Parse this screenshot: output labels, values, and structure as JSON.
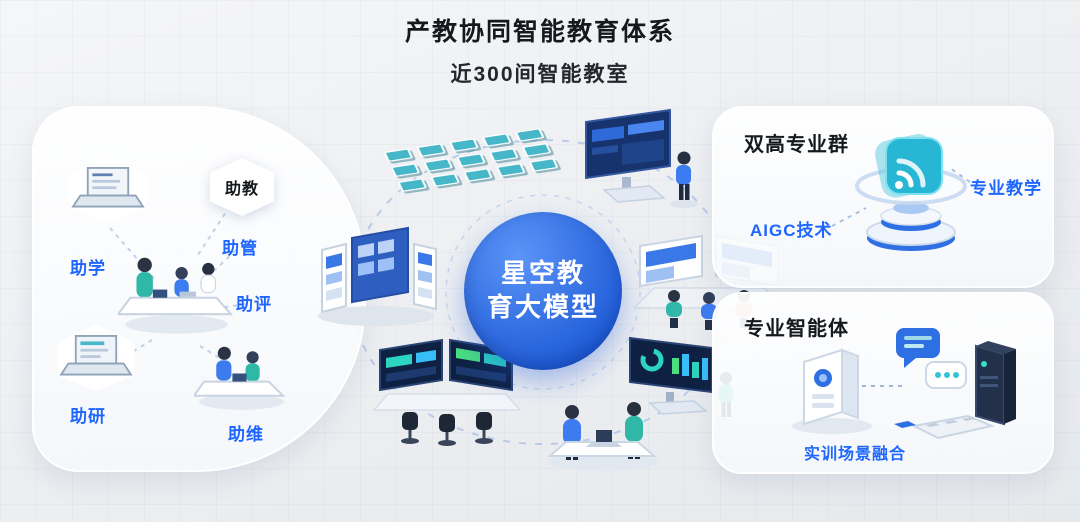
{
  "header": {
    "title": "产教协同智能教育体系",
    "subtitle": "近300间智能教室"
  },
  "left_panel": {
    "labels": {
      "zhuxue": "助学",
      "zhujiao": "助教",
      "zhuguan": "助管",
      "zhuping": "助评",
      "zhuyan": "助研",
      "zhuwei": "助维"
    }
  },
  "center_model": {
    "line1": "星空教",
    "line2": "育大模型"
  },
  "dual_high_panel": {
    "title": "双高专业群",
    "label_aigc": "AIGC技术",
    "label_teaching": "专业教学"
  },
  "agent_panel": {
    "title": "专业智能体",
    "label_fusion": "实训场景融合"
  },
  "colors": {
    "accent_blue": "#1f66ff",
    "circle_start": "#5b94f7",
    "circle_end": "#1d5ad6",
    "teal": "#2fb7a8",
    "dark_navy": "#0f2142"
  }
}
